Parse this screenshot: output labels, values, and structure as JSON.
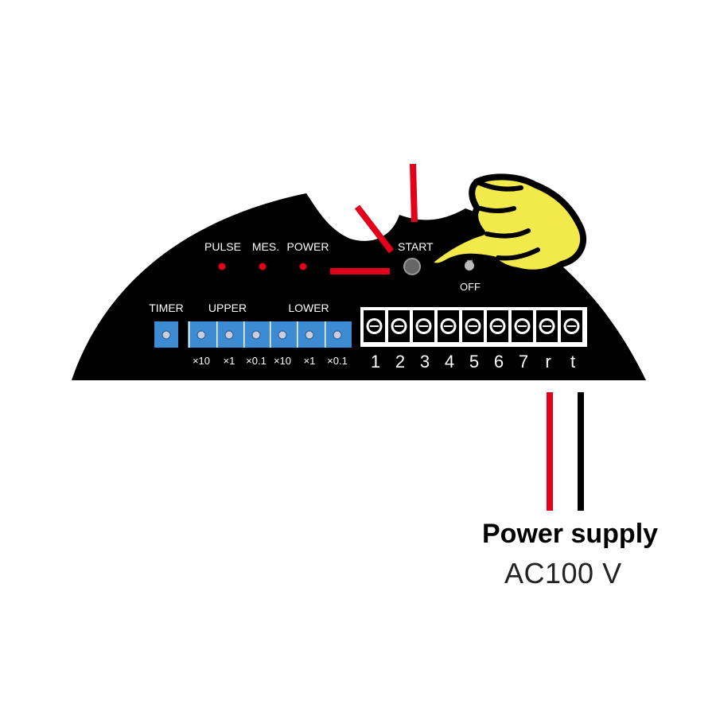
{
  "panel": {
    "indicators": [
      {
        "label": "PULSE"
      },
      {
        "label": "MES."
      },
      {
        "label": "POWER"
      }
    ],
    "start_label": "START",
    "switch_label": "OFF",
    "setting_groups": {
      "timer": "TIMER",
      "upper": "UPPER",
      "lower": "LOWER"
    },
    "multipliers": [
      "×10",
      "×1",
      "×0.1",
      "×10",
      "×1",
      "×0.1"
    ],
    "terminals": [
      "1",
      "2",
      "3",
      "4",
      "5",
      "6",
      "7",
      "r",
      "t"
    ]
  },
  "power_supply": {
    "title": "Power supply",
    "voltage": "AC100 V"
  },
  "colors": {
    "panel": "#000000",
    "indicator_led": "#e3001b",
    "setting_button": "#3d8bd2",
    "wire_red": "#e3001b",
    "wire_black": "#000000",
    "hand": "#f2e94a",
    "highlight_lines": "#e3001b"
  }
}
